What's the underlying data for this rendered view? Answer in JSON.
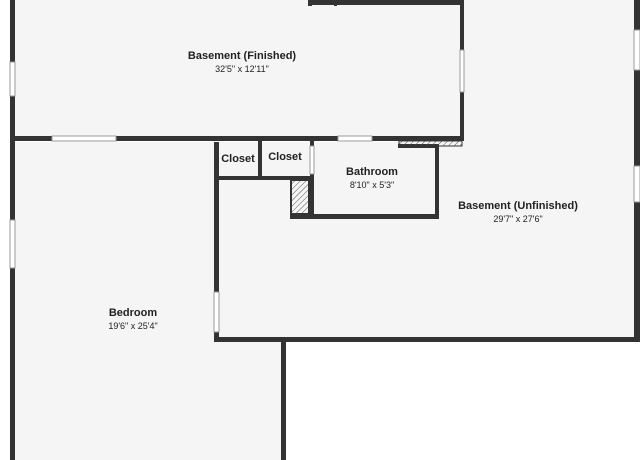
{
  "rooms": [
    {
      "name": "Basement (Finished)",
      "dims": "32'5\" x 12'11\""
    },
    {
      "name": "Bedroom",
      "dims": "19'6\" x 25'4\""
    },
    {
      "name": "Closet"
    },
    {
      "name": "Closet"
    },
    {
      "name": "Bathroom",
      "dims": "8'10\" x 5'3\""
    },
    {
      "name": "Basement (Unfinished)",
      "dims": "29'7\" x 27'6\""
    }
  ],
  "colors": {
    "wall": "#333333",
    "floor": "#f5f5f5",
    "text": "#222222"
  }
}
